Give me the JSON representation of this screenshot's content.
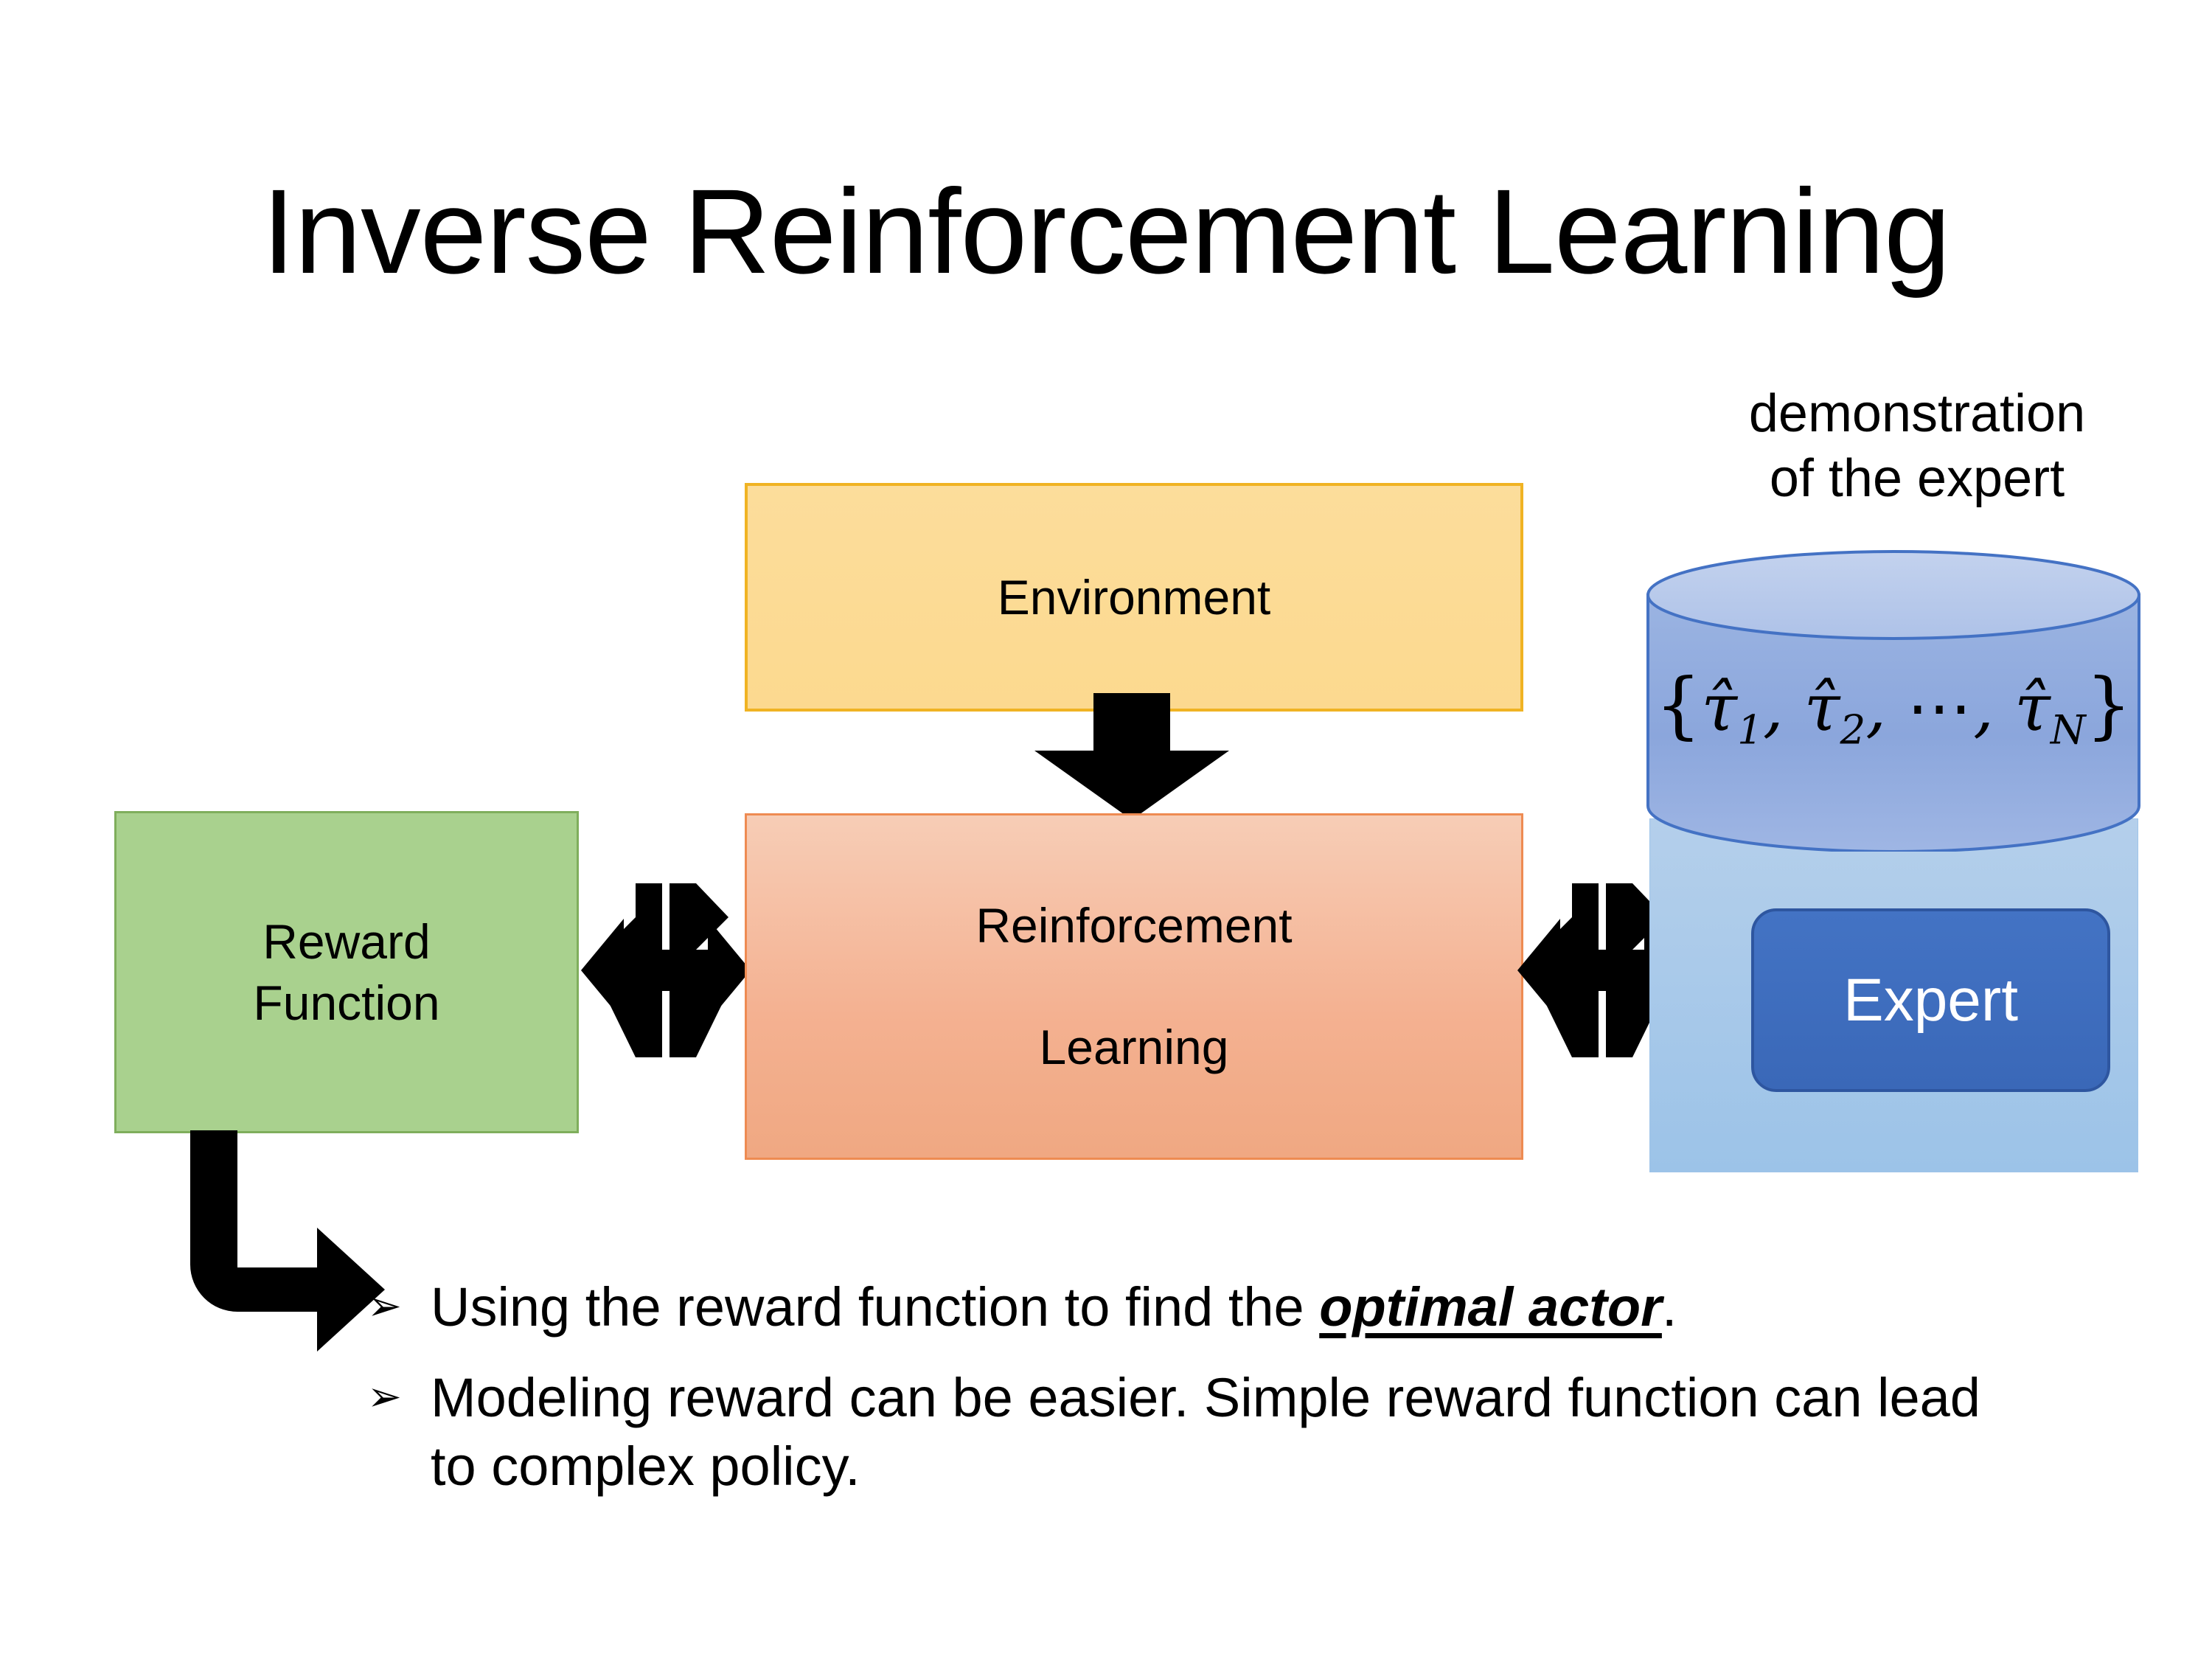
{
  "slide": {
    "title": "Inverse Reinforcement Learning",
    "background_color": "#ffffff"
  },
  "diagram": {
    "environment_box": {
      "label": "Environment",
      "fill_color": "#fcd98f",
      "border_color": "#f0b323"
    },
    "reward_box": {
      "label_line1": "Reward",
      "label_line2": "Function",
      "fill_color": "#a9d18e",
      "border_color": "#7fae5c"
    },
    "rl_box": {
      "label_line1": "Reinforcement",
      "label_line2": "Learning",
      "fill_color": "#f4b191",
      "border_color": "#ee8b52"
    },
    "expert_group": {
      "caption_line1": "demonstration",
      "caption_line2": "of the expert",
      "cylinder": {
        "open_brace": "{",
        "tau_1": "τ̂",
        "sub_1": "1",
        "comma_1": ",",
        "tau_2": "τ̂",
        "sub_2": "2",
        "comma_2": ",",
        "ellipsis": "⋯",
        "comma_3": ",",
        "tau_n": "τ̂",
        "sub_n": "N",
        "close_brace": "}",
        "fill_color": "#8da9db",
        "top_color": "#b5c7e9",
        "stroke_color": "#4472c4"
      },
      "expert_button": {
        "label": "Expert",
        "fill_color": "#4373c4",
        "text_color": "#ffffff",
        "border_color": "#2e56a0"
      },
      "panel_fill_color": "#9cc3e8"
    },
    "connectors": {
      "env_to_rl": "down-arrow",
      "reward_to_rl": "left-right-up-down-arrow",
      "rl_to_expert": "left-right-up-down-arrow",
      "reward_to_bullet": "bent-arrow",
      "color": "#000000"
    }
  },
  "bullets": [
    {
      "marker": "➢",
      "text_before": "Using the reward function to find the ",
      "emphasis": "optimal actor",
      "text_after": "."
    },
    {
      "marker": "➢",
      "text_before": "Modeling reward can be easier. Simple reward function can lead to complex policy.",
      "emphasis": "",
      "text_after": ""
    }
  ]
}
